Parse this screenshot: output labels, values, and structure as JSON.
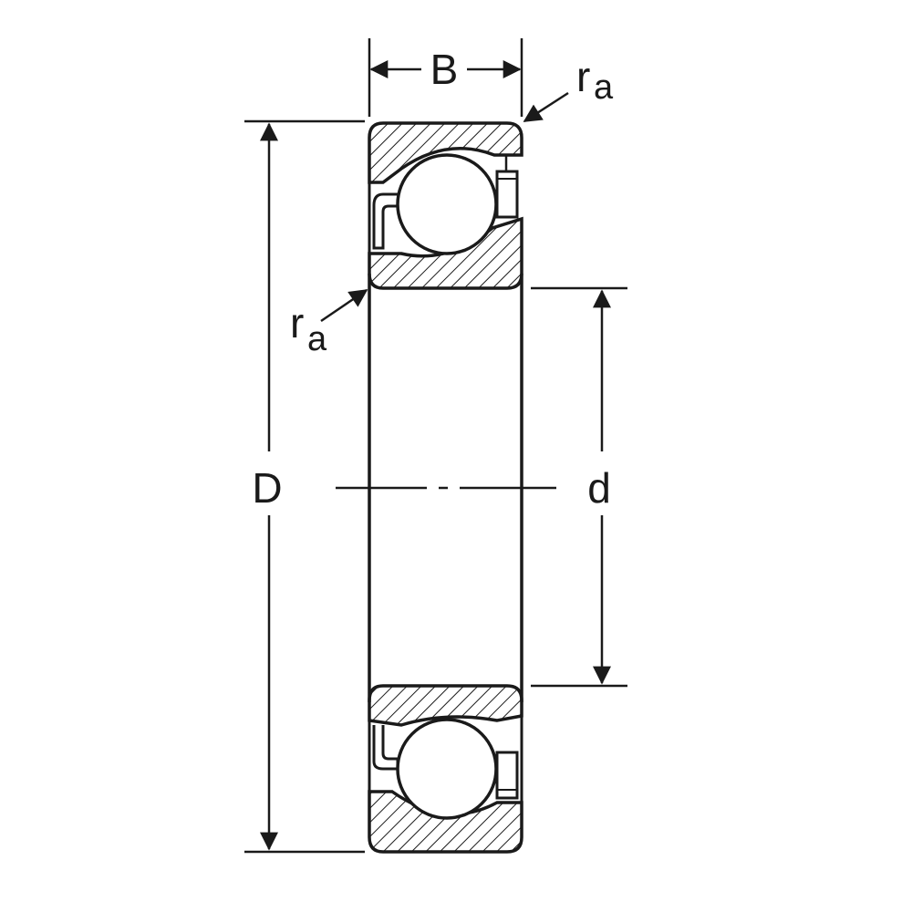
{
  "labels": {
    "width": "B",
    "outer_diameter": "D",
    "bore_diameter": "d",
    "radius_base": "r",
    "radius_sub": "a"
  },
  "colors": {
    "line": "#1a1a1a",
    "background": "#ffffff"
  }
}
